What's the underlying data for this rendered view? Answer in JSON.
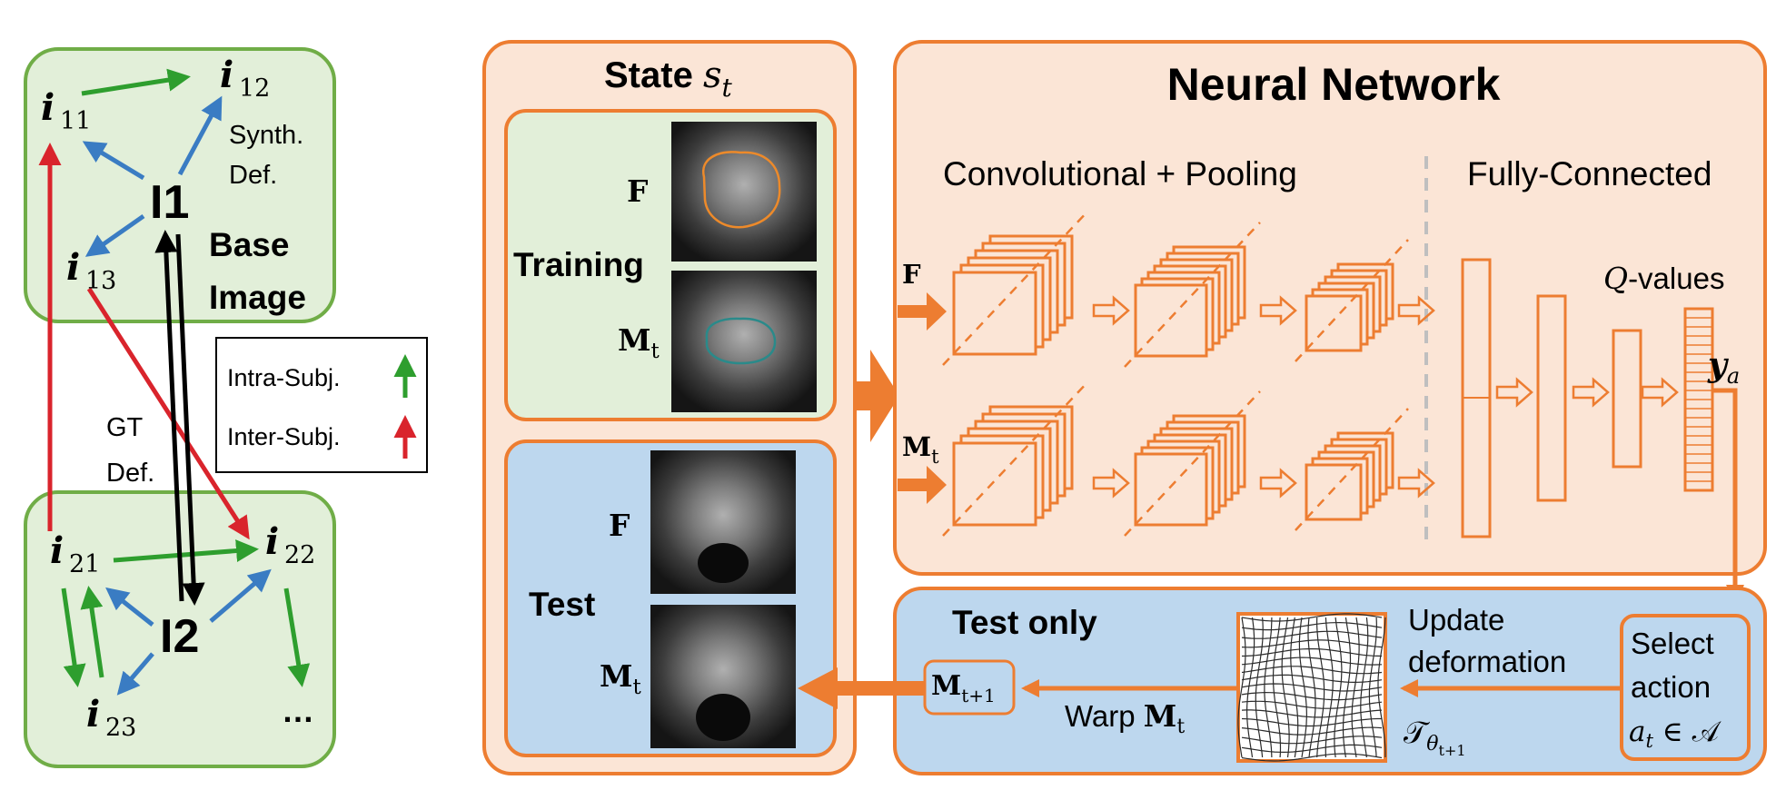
{
  "colors": {
    "green_panel_fill": "#e2efd9",
    "green_panel_stroke": "#70ad47",
    "orange_panel_fill": "#fbe5d6",
    "orange_stroke": "#ed7d31",
    "blue_panel_fill": "#bdd7ee",
    "arrow_green": "#2e9e2e",
    "arrow_blue": "#3a7cc3",
    "arrow_red": "#d9242c",
    "arrow_black": "#000000",
    "divider_gray": "#bfbfbf"
  },
  "left_panel": {
    "base_group": {
      "center_label": "I1",
      "nodes": {
        "n11": "11",
        "n12": "12",
        "n13": "13"
      },
      "synth_line1": "Synth.",
      "synth_line2": "Def.",
      "base_line1": "Base",
      "base_line2": "Image"
    },
    "second_group": {
      "center_label": "I2",
      "nodes": {
        "n21": "21",
        "n22": "22",
        "n23": "23"
      },
      "ellipsis": "…"
    },
    "gt_line1": "GT",
    "gt_line2": "Def.",
    "legend": {
      "intra_label": "Intra-Subj.",
      "inter_label": "Inter-Subj."
    }
  },
  "state_panel": {
    "title_word": "State ",
    "title_symbol": "s",
    "title_subscript": "t",
    "training_label": "Training",
    "test_label": "Test",
    "f_label": "F",
    "mt_label": "M",
    "mt_subscript": "t"
  },
  "network_panel": {
    "title": "Neural Network",
    "conv_label": "Convolutional + Pooling",
    "fc_label": "Fully-Connected",
    "input_f": "F",
    "input_mt": "M",
    "input_mt_sub": "t",
    "qvalues_symbol": "Q",
    "qvalues_suffix": "-values",
    "output_symbol": "y",
    "output_subscript": "a"
  },
  "test_only_panel": {
    "title": "Test only",
    "update_line1": "Update",
    "update_line2": "deformation",
    "select_line1": "Select",
    "select_line2": "action",
    "action_expr": "a",
    "action_sub": "t",
    "action_rest": " ∈ 𝒜",
    "transform_symbol": "𝒯",
    "transform_sub": "θ",
    "transform_subsub": "t+1",
    "warp_label": "Warp ",
    "warp_symbol": "M",
    "warp_sub": "t",
    "next_state_symbol": "M",
    "next_state_sub": "t+1"
  }
}
